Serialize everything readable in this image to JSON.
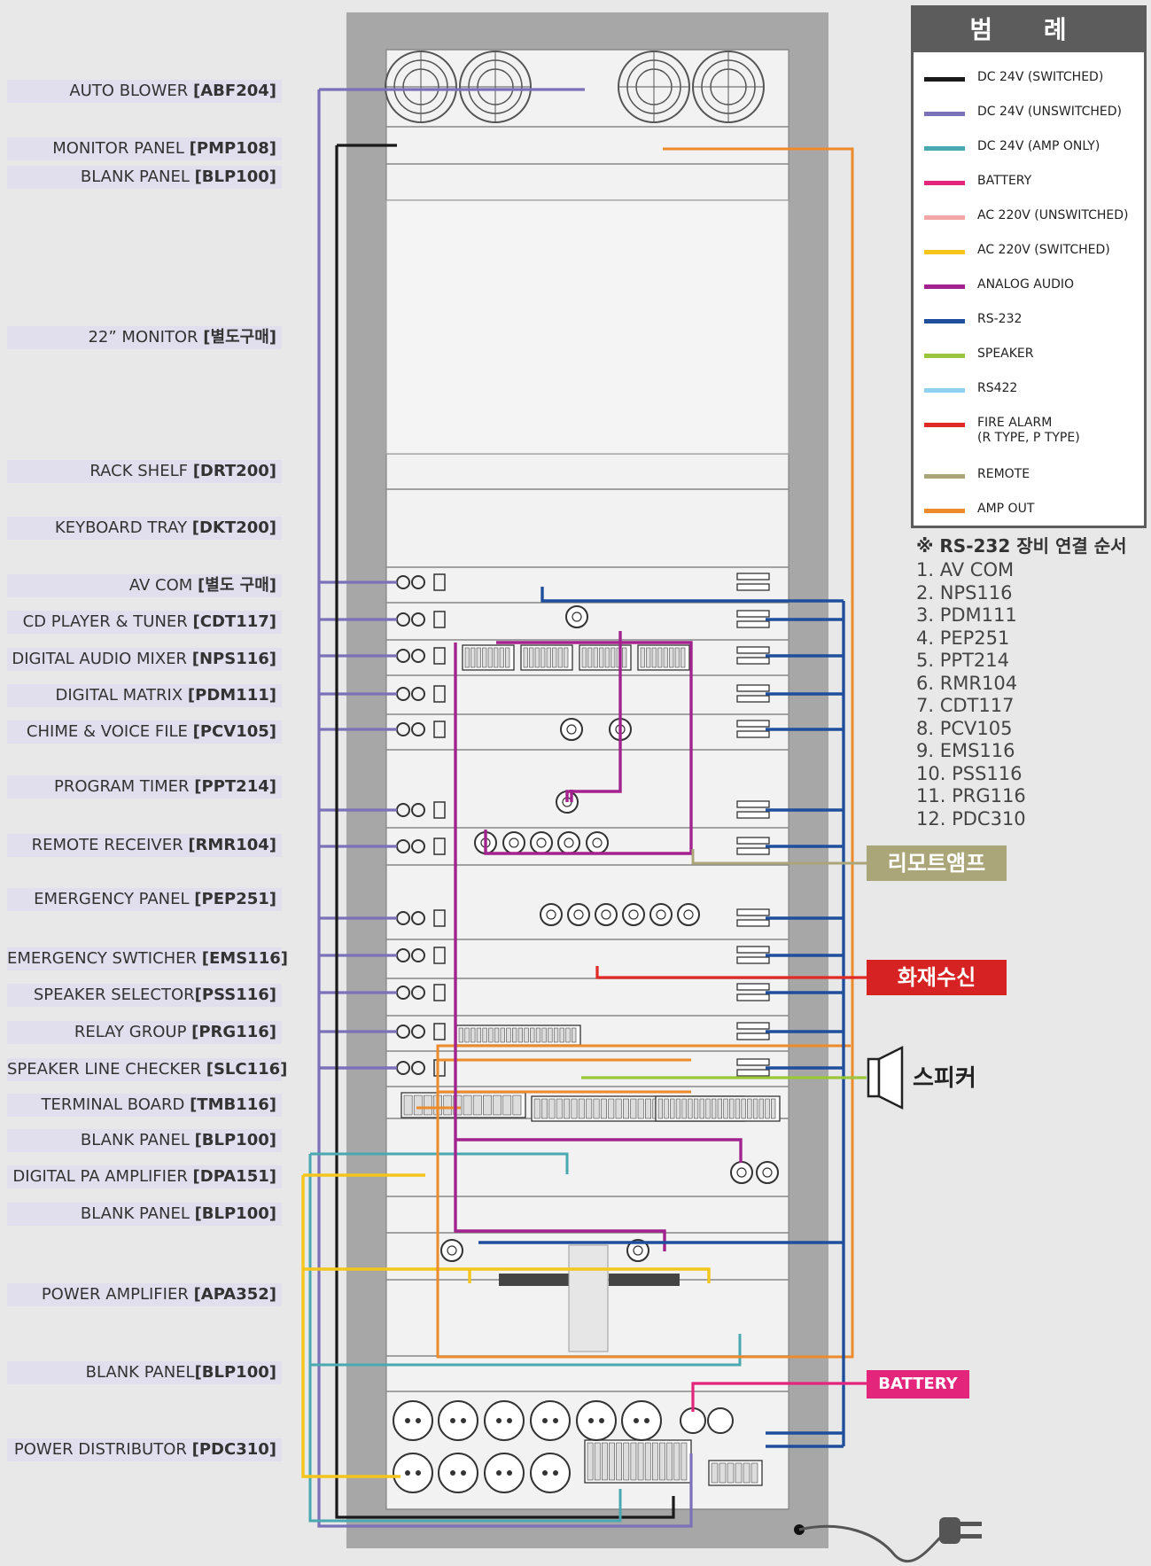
{
  "labels": [
    {
      "name": "AUTO BLOWER ",
      "model": "[ABF204]"
    },
    {
      "name": "MONITOR PANEL ",
      "model": "[PMP108]"
    },
    {
      "name": "BLANK PANEL ",
      "model": "[BLP100]"
    },
    {
      "name": "22” MONITOR ",
      "model": "[별도구매]"
    },
    {
      "name": "RACK SHELF ",
      "model": "[DRT200]"
    },
    {
      "name": "KEYBOARD TRAY ",
      "model": "[DKT200]"
    },
    {
      "name": "AV COM ",
      "model": "[별도 구매]"
    },
    {
      "name": "CD PLAYER & TUNER ",
      "model": "[CDT117]"
    },
    {
      "name": "DIGITAL AUDIO MIXER ",
      "model": "[NPS116]"
    },
    {
      "name": "DIGITAL MATRIX ",
      "model": "[PDM111]"
    },
    {
      "name": "CHIME & VOICE FILE ",
      "model": "[PCV105]"
    },
    {
      "name": "PROGRAM TIMER ",
      "model": "[PPT214]"
    },
    {
      "name": "REMOTE RECEIVER ",
      "model": "[RMR104]"
    },
    {
      "name": "EMERGENCY PANEL ",
      "model": "[PEP251]"
    },
    {
      "name": "EMERGENCY SWTICHER ",
      "model": "[EMS116]"
    },
    {
      "name": "SPEAKER SELECTOR",
      "model": "[PSS116]"
    },
    {
      "name": "RELAY GROUP ",
      "model": "[PRG116]"
    },
    {
      "name": "SPEAKER LINE CHECKER ",
      "model": "[SLC116]"
    },
    {
      "name": "TERMINAL BOARD ",
      "model": "[TMB116]"
    },
    {
      "name": "BLANK PANEL ",
      "model": "[BLP100]"
    },
    {
      "name": "DIGITAL PA AMPLIFIER ",
      "model": "[DPA151]"
    },
    {
      "name": "BLANK PANEL ",
      "model": "[BLP100]"
    },
    {
      "name": "POWER AMPLIFIER ",
      "model": "[APA352]"
    },
    {
      "name": "BLANK PANEL",
      "model": "[BLP100]"
    },
    {
      "name": "POWER DISTRIBUTOR ",
      "model": "[PDC310]"
    }
  ],
  "legend": {
    "title": "범 례",
    "items": [
      {
        "label": "DC 24V (SWITCHED)",
        "color": "#1a1a1a"
      },
      {
        "label": "DC 24V (UNSWITCHED)",
        "color": "#7b71b8"
      },
      {
        "label": "DC 24V (AMP ONLY)",
        "color": "#4aa9b0"
      },
      {
        "label": "BATTERY",
        "color": "#e3267c"
      },
      {
        "label": "AC 220V (UNSWITCHED)",
        "color": "#f3a6a8"
      },
      {
        "label": "AC 220V (SWITCHED)",
        "color": "#f6c51b"
      },
      {
        "label": "ANALOG AUDIO",
        "color": "#a3238e"
      },
      {
        "label": "RS-232",
        "color": "#1f4f9c"
      },
      {
        "label": "SPEAKER",
        "color": "#9ac53d"
      },
      {
        "label": "RS422",
        "color": "#8fd2f0"
      },
      {
        "label": "FIRE ALARM",
        "label2": "(R TYPE, P TYPE)",
        "color": "#e02a26"
      },
      {
        "label": "REMOTE",
        "color": "#aba67a"
      },
      {
        "label": "AMP OUT",
        "color": "#ec8a2c"
      }
    ]
  },
  "order": {
    "title": "※ RS-232 장비 연결 순서",
    "items": [
      "1. AV COM",
      "2. NPS116",
      "3. PDM111",
      "4. PEP251",
      "5. PPT214",
      "6. RMR104",
      "7. CDT117",
      "8. PCV105",
      "9. EMS116",
      "10. PSS116",
      "11. PRG116",
      "12. PDC310"
    ]
  },
  "tags": {
    "remote": "리모트앰프",
    "fire": "화재수신",
    "speaker": "스피커",
    "battery": "BATTERY"
  },
  "colors": {
    "cabinet": "#a7a7a7",
    "panel": "#f2f2f2",
    "tag_remote": "#aba67a",
    "tag_fire": "#d62222",
    "tag_battery": "#e3267c"
  }
}
